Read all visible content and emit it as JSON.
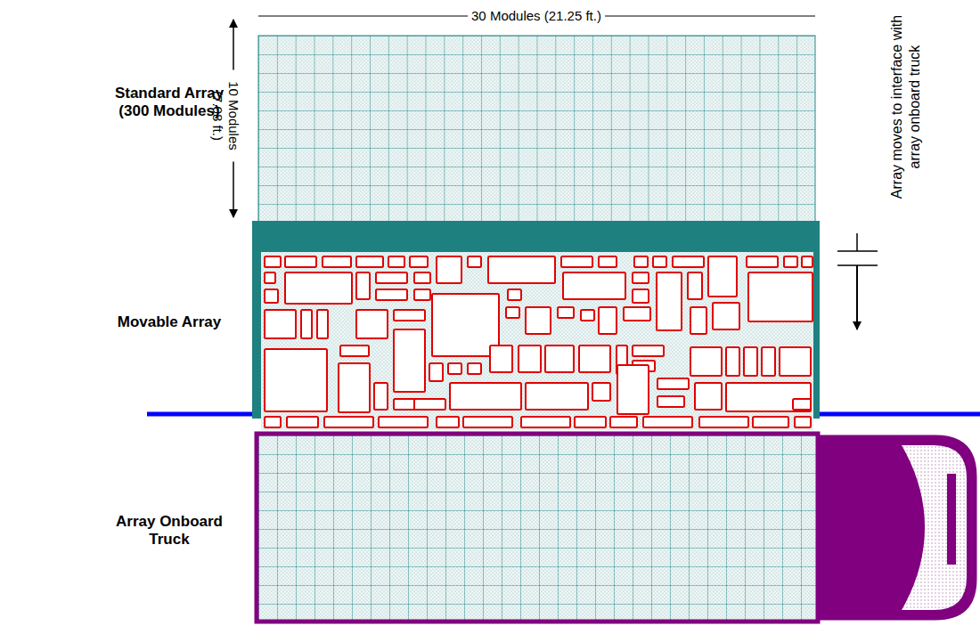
{
  "diagram": {
    "labels": [
      "30 Modules (21.25 ft.)",
      "10 Modules (7.08 ft.)",
      "Standard Array (300 Modules)",
      "Movable Array",
      "Array Onboard Truck",
      "Array moves to interface with array onboard truck"
    ]
  }
}
